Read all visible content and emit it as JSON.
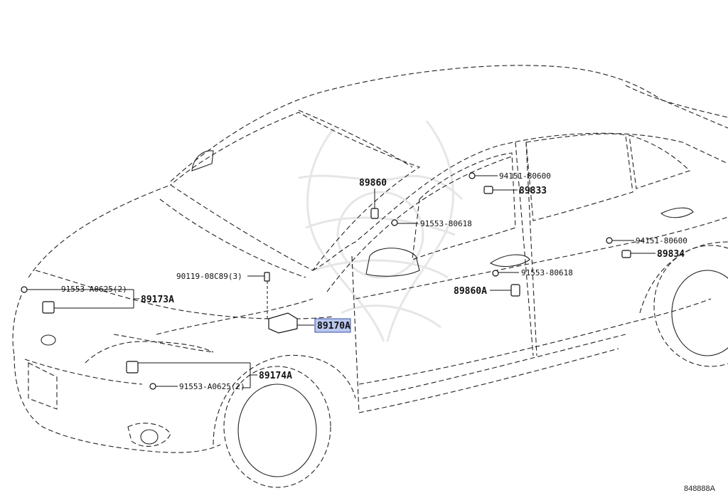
{
  "diagram_code": "848888A",
  "callouts": {
    "p89860": "89860",
    "p94151_top": "94151-80600",
    "p89833": "89833",
    "p91553_80618_upper": "91553-80618",
    "p94151_right": "94151-80600",
    "p89834": "89834",
    "p90119": "90119-08C89(3)",
    "p91553_80618_lower": "91553-80618",
    "p89860A": "89860A",
    "p91553_A0625_top": "91553-A0625(2)",
    "p89173A": "89173A",
    "p89170A": "89170A",
    "p89174A": "89174A",
    "p91553_A0625_bottom": "91553-A0625(2)"
  },
  "colors": {
    "highlight": "#b9c8ee",
    "highlight_border": "#3a50a8",
    "line": "#222222",
    "watermark": "#e6e6e6"
  }
}
